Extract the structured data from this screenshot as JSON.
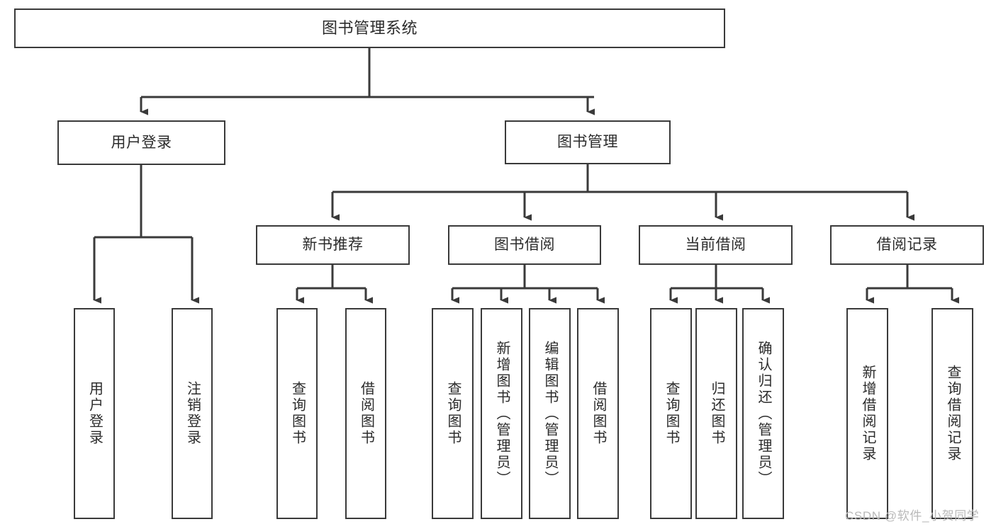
{
  "diagram": {
    "title": "图书管理系统",
    "type": "tree-hierarchy-chart",
    "orientation": "top-down",
    "line_color": "#3a3a3a",
    "box_fill": "#ffffff",
    "text_color": "#2b2b2b",
    "nodes": {
      "root": {
        "label": "图书管理系统"
      },
      "level2": [
        {
          "label": "用户登录"
        },
        {
          "label": "图书管理"
        }
      ],
      "level3": [
        {
          "label": "新书推荐"
        },
        {
          "label": "图书借阅"
        },
        {
          "label": "当前借阅"
        },
        {
          "label": "借阅记录"
        }
      ],
      "leaves_user_login": [
        {
          "label": "用户登录"
        },
        {
          "label": "注销登录"
        }
      ],
      "leaves_new_book": [
        {
          "label": "查询图书"
        },
        {
          "label": "借阅图书"
        }
      ],
      "leaves_borrow": [
        {
          "label": "查询图书"
        },
        {
          "label": "新增图书（管理员）"
        },
        {
          "label": "编辑图书（管理员）"
        },
        {
          "label": "借阅图书"
        }
      ],
      "leaves_current": [
        {
          "label": "查询图书"
        },
        {
          "label": "归还图书"
        },
        {
          "label": "确认归还（管理员）"
        }
      ],
      "leaves_record": [
        {
          "label": "新增借阅记录"
        },
        {
          "label": "查询借阅记录"
        }
      ]
    }
  },
  "watermark": {
    "text": "CSDN @软件_小贺同学"
  }
}
